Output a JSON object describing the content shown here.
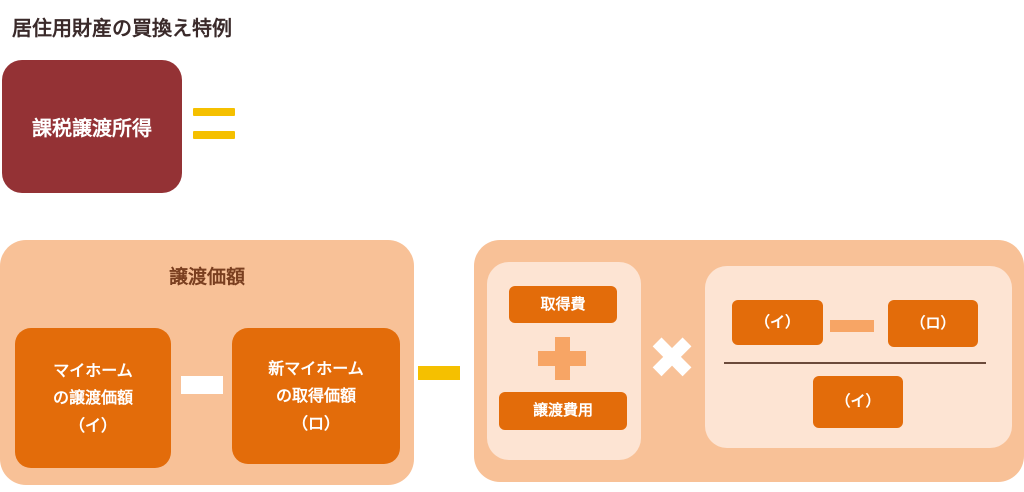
{
  "title": "居住用財産の買換え特例",
  "taxable_income": "課税譲渡所得",
  "left_panel": {
    "title": "譲渡価額",
    "my_home": {
      "line1": "マイホーム",
      "line2": "の譲渡価額",
      "tag": "（イ）"
    },
    "new_home": {
      "line1": "新マイホーム",
      "line2": "の取得価額",
      "tag": "（ロ）"
    }
  },
  "right_panel": {
    "acquisition_cost": "取得費",
    "transfer_cost": "譲渡費用",
    "numerator_a": "（イ）",
    "numerator_b": "（ロ）",
    "denominator": "（イ）"
  },
  "colors": {
    "maroon": "#943235",
    "orange": "#e36c0a",
    "peach": "#f8c197",
    "light_peach": "#fde4d3",
    "yellow": "#f5c000",
    "symbol_peach": "#f7a565"
  },
  "icons": [
    "equals-icon",
    "minus-icon",
    "plus-icon",
    "times-icon",
    "fraction-bar"
  ]
}
